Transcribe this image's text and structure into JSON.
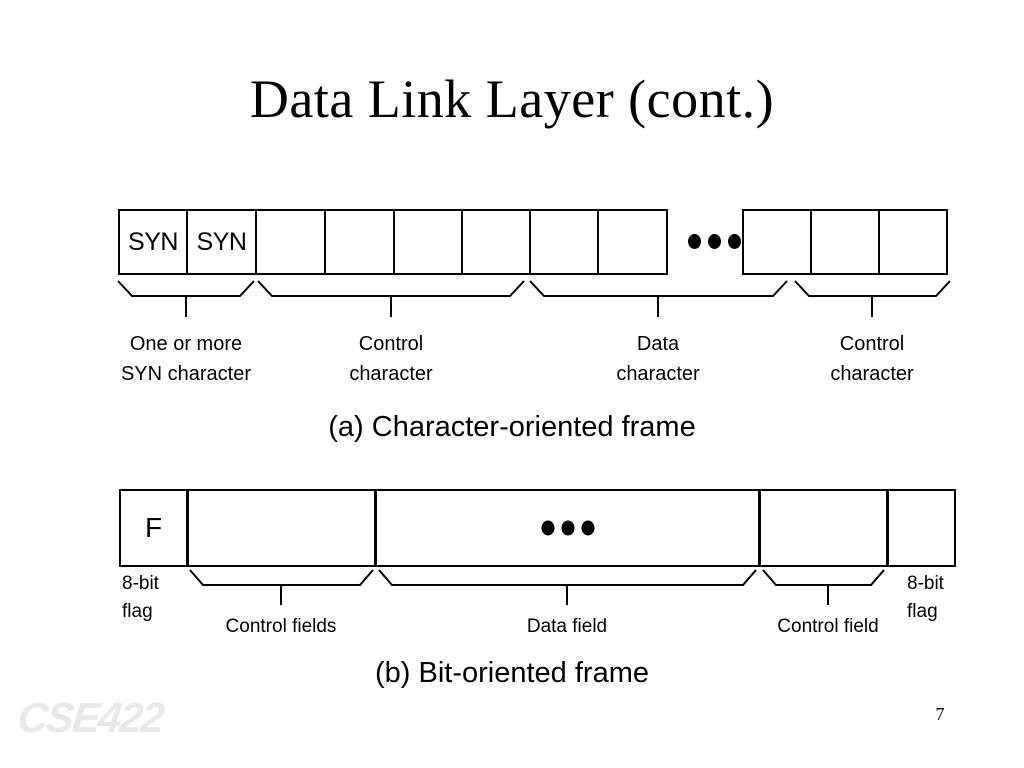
{
  "slide": {
    "title": "Data Link Layer (cont.)",
    "page_number": "7",
    "watermark": "CSE422"
  },
  "figure_a": {
    "caption": "(a) Character-oriented frame",
    "cells": [
      {
        "label": "SYN"
      },
      {
        "label": "SYN"
      },
      {
        "label": ""
      },
      {
        "label": ""
      },
      {
        "label": ""
      },
      {
        "label": ""
      },
      {
        "label": ""
      },
      {
        "label": ""
      },
      {
        "label": ""
      },
      {
        "label": ""
      },
      {
        "label": ""
      }
    ],
    "ellipsis": "•••",
    "groups": [
      {
        "line1": "One or more",
        "line2": "SYN character"
      },
      {
        "line1": "Control",
        "line2": "character"
      },
      {
        "line1": "Data",
        "line2": "character"
      },
      {
        "line1": "Control",
        "line2": "character"
      }
    ]
  },
  "figure_b": {
    "caption": "(b) Bit-oriented frame",
    "flag_cell_label": "F",
    "ellipsis": "•••",
    "left_flag": {
      "line1": "8-bit",
      "line2": "flag"
    },
    "right_flag": {
      "line1": "8-bit",
      "line2": "flag"
    },
    "field_labels": [
      {
        "label": "Control fields"
      },
      {
        "label": "Data field"
      },
      {
        "label": "Control field"
      }
    ]
  },
  "colors": {
    "ink": "#000000",
    "paper": "#ffffff",
    "watermark": "#e8e8e8"
  }
}
